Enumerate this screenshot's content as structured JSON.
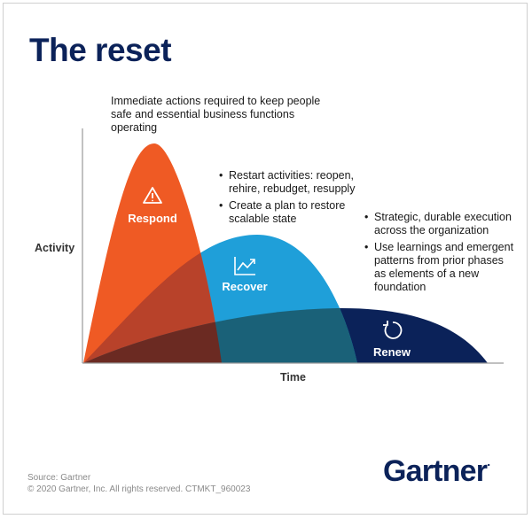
{
  "title": "The reset",
  "respond_note": "Immediate actions required to keep people safe and essential business functions operating",
  "recover_notes": [
    "Restart activities: reopen, rehire, rebudget, resupply",
    "Create a plan to restore scalable state"
  ],
  "renew_notes": [
    "Strategic, durable execution across the organization",
    "Use learnings and emergent patterns from prior phases as elements of a new foundation"
  ],
  "axes": {
    "y_label": "Activity",
    "x_label": "Time"
  },
  "phases": [
    {
      "label": "Respond",
      "icon": "warning-triangle-icon",
      "color": "#ef5a24"
    },
    {
      "label": "Recover",
      "icon": "trend-up-chart-icon",
      "color": "#1f9fd9"
    },
    {
      "label": "Renew",
      "icon": "refresh-circle-icon",
      "color": "#0b2259"
    }
  ],
  "footer": {
    "source": "Source: Gartner",
    "copyright": "© 2020 Gartner, Inc. All rights reserved. CTMKT_960023"
  },
  "brand": {
    "name": "Gartner",
    "mark": "."
  }
}
